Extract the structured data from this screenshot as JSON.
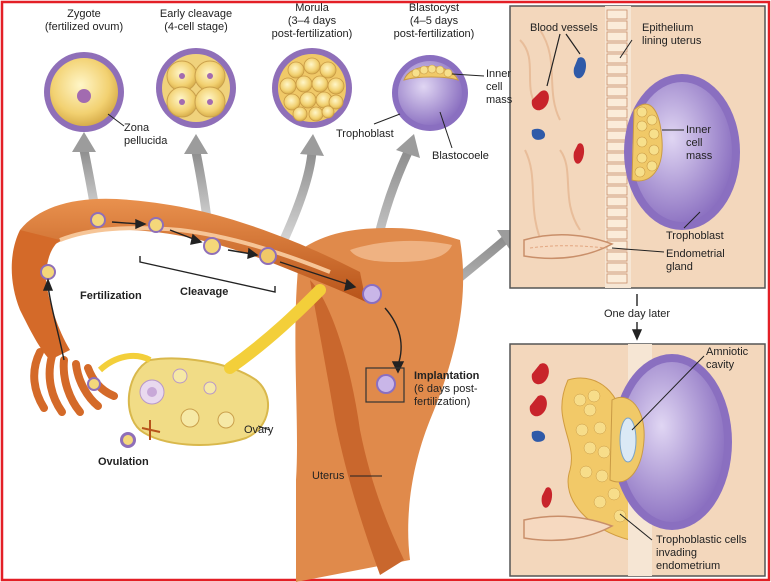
{
  "stages": {
    "zygote": [
      "Zygote",
      "(fertilized ovum)"
    ],
    "early_cleavage": [
      "Early cleavage",
      "(4-cell stage)"
    ],
    "morula": [
      "Morula",
      "(3–4 days",
      "post-fertilization)"
    ],
    "blastocyst": [
      "Blastocyst",
      "(4–5 days",
      "post-fertilization)"
    ]
  },
  "labels": {
    "zona_pellucida": [
      "Zona",
      "pellucida"
    ],
    "inner_cell_mass_top": [
      "Inner",
      "cell",
      "mass"
    ],
    "trophoblast_top": "Trophoblast",
    "blastocoele": "Blastocoele",
    "fertilization": "Fertilization",
    "cleavage": "Cleavage",
    "ovulation": "Ovulation",
    "ovary": "Ovary",
    "uterus": "Uterus",
    "implantation_title": "Implantation",
    "implantation_detail": [
      "(6 days post-",
      "fertilization)"
    ],
    "blood_vessels": "Blood vessels",
    "epithelium": [
      "Epithelium",
      "lining uterus"
    ],
    "inner_cell_mass_right": [
      "Inner",
      "cell",
      "mass"
    ],
    "trophoblast_right": "Trophoblast",
    "endometrial_gland": [
      "Endometrial",
      "gland"
    ],
    "one_day_later": "One day later",
    "amniotic_cavity": [
      "Amniotic",
      "cavity"
    ],
    "trophoblastic_cells": [
      "Trophoblastic cells",
      "invading",
      "endometrium"
    ]
  },
  "colors": {
    "frame_red": "#e31f26",
    "tissue_orange": "#d9742f",
    "tissue_dark": "#b7531b",
    "egg_yellow": "#f4d77a",
    "egg_rim": "#8f6fb8",
    "endometrium": "#f2cfb0",
    "blastocyst_purple": "#a991d4",
    "blood_red": "#c8242b",
    "blood_blue": "#2f5aa8",
    "arrow_gray": "#9c9c9c",
    "ovary_yellow": "#f1dc86",
    "tube_yellow": "#f3cf3a"
  }
}
